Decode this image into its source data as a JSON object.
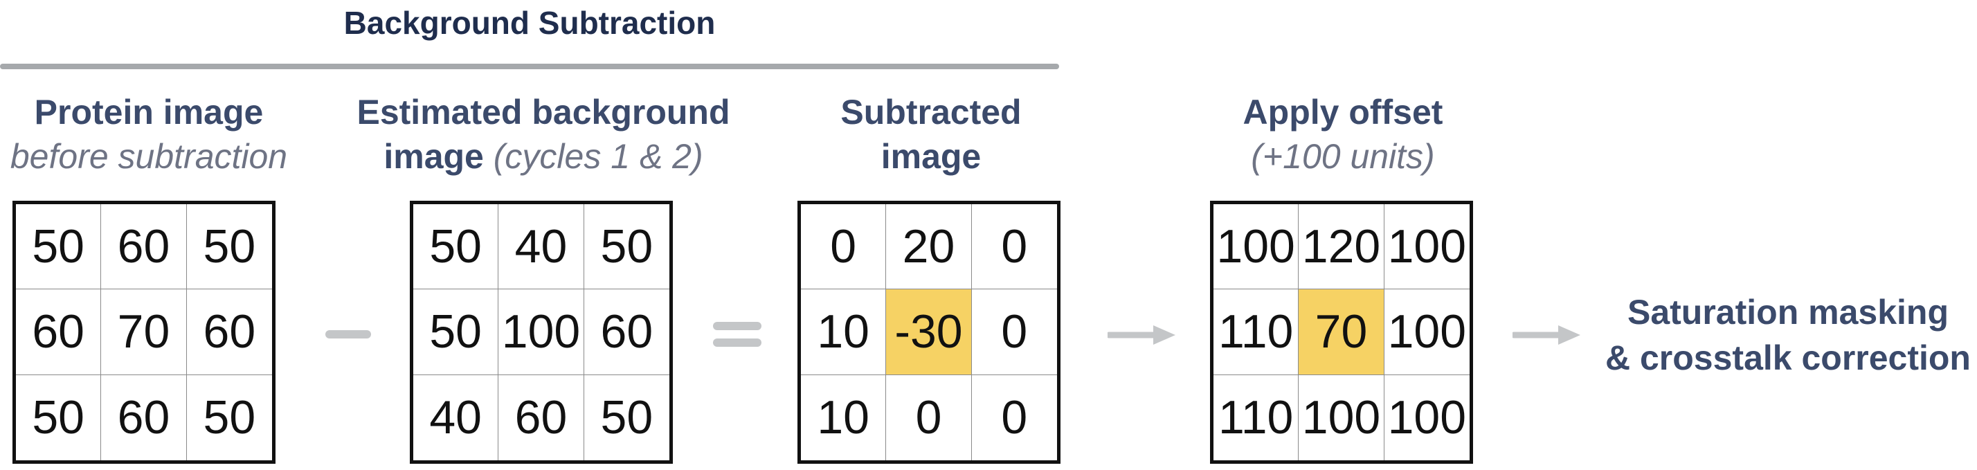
{
  "title": "Background Subtraction",
  "steps": [
    {
      "label": "Protein image",
      "sublabel": "before subtraction",
      "values": [
        [
          50,
          60,
          50
        ],
        [
          60,
          70,
          60
        ],
        [
          50,
          60,
          50
        ]
      ]
    },
    {
      "label": "Estimated background",
      "label2": "image",
      "sublabel": "(cycles 1 & 2)",
      "values": [
        [
          50,
          40,
          50
        ],
        [
          50,
          100,
          60
        ],
        [
          40,
          60,
          50
        ]
      ]
    },
    {
      "label": "Subtracted",
      "label2": "image",
      "values": [
        [
          0,
          20,
          0
        ],
        [
          10,
          -30,
          0
        ],
        [
          10,
          0,
          0
        ]
      ],
      "highlight": [
        1,
        1
      ]
    },
    {
      "label": "Apply offset",
      "sublabel": "(+100 units)",
      "values": [
        [
          100,
          120,
          100
        ],
        [
          110,
          70,
          100
        ],
        [
          110,
          100,
          100
        ]
      ],
      "highlight": [
        1,
        1
      ]
    }
  ],
  "operators": [
    "minus",
    "equals",
    "arrow",
    "arrow"
  ],
  "result_line1": "Saturation masking",
  "result_line2": "& crosstalk correction",
  "colors": {
    "highlight": "#f6d264",
    "heading": "#3b4a6b",
    "title": "#1f2d4d",
    "operator": "#c4c6c8"
  }
}
